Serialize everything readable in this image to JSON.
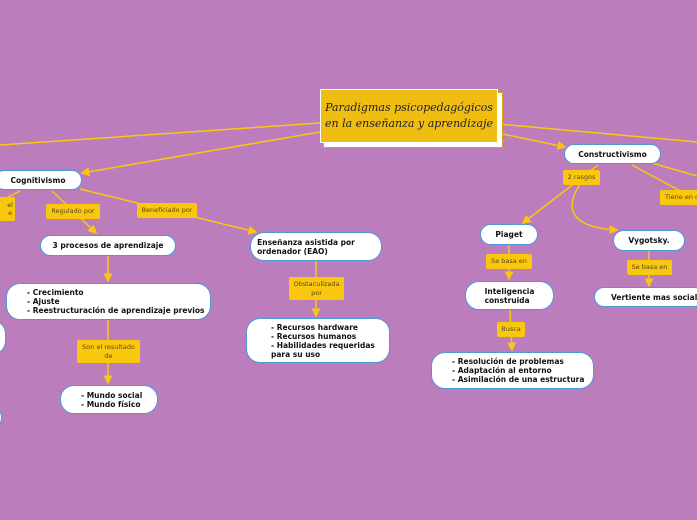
{
  "title": "Paradigmas psicopedagógicos\nen la enseñanza y aprendizaje",
  "nodes": {
    "cognitivismo": "Cognitivismo",
    "procesos": "3 procesos de aprendizaje",
    "procesos_list": "- Crecimiento\n- Ajuste\n- Reestructuración de aprendizaje previos",
    "mundo": "- Mundo social\n- Mundo físico",
    "eao": "Enseñanza asistida por\nordenador (EAO)",
    "recursos": "- Recursos hardware\n- Recursos humanos\n- Habilidades requeridas\npara su uso",
    "constructivismo": "Constructivismo",
    "piaget": "Piaget",
    "inteligencia": "Inteligencia\nconstruida",
    "resolucion": "- Resolución de problemas\n- Adaptación al entorno\n- Asimilación de una estructura",
    "vygotsky": "Vygotsky.",
    "vertiente": "Vertiente mas social"
  },
  "labels": {
    "left_partial": "el\ne",
    "regulado": "Regulado por",
    "beneficiado": "Beneficiado por",
    "resultado": "Son el resultado\nde",
    "obstaculizada": "Obstaculizada\npor",
    "rasgos": "2 rasgos",
    "tiene": "Tiene en c",
    "se_basa_1": "Se basa en",
    "busca": "Busca",
    "se_basa_2": "Se basa en"
  },
  "colors": {
    "background": "#bb7dbb",
    "connector": "#f9c80e",
    "node_border": "#4a9ad8"
  }
}
